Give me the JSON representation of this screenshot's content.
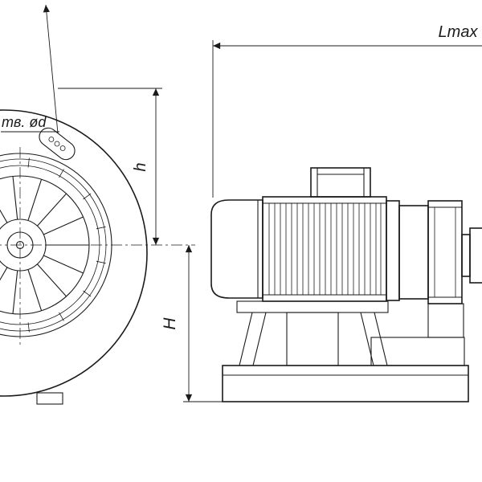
{
  "labels": {
    "holes_note": "тв. ød",
    "h_dim": "h",
    "H_dim": "H",
    "lmax_dim": "Lmax"
  },
  "colors": {
    "line": "#1b1b1b",
    "background": "#ffffff"
  }
}
